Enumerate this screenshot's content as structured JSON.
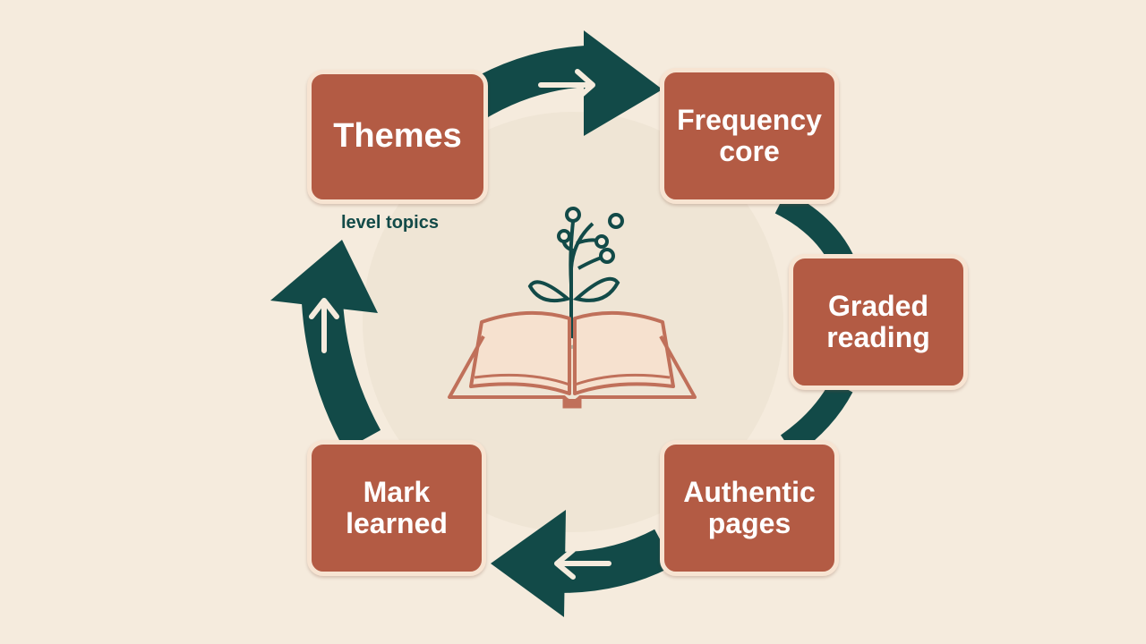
{
  "colors": {
    "background": "#f5ebdd",
    "node_fill": "#b35b44",
    "node_border": "#f7e4d2",
    "arrow": "#124a48",
    "icon_line": "#c0705a",
    "icon_leaf": "#124a48"
  },
  "cycle": {
    "nodes": [
      {
        "id": "themes",
        "label": "Themes"
      },
      {
        "id": "frequency",
        "label": "Frequency\ncore"
      },
      {
        "id": "graded",
        "label": "Graded\nreading"
      },
      {
        "id": "authentic",
        "label": "Authentic\npages"
      },
      {
        "id": "mark",
        "label": "Mark\nlearned"
      }
    ],
    "caption": "level topics",
    "center_icon": "open-book-with-sprout-icon"
  }
}
